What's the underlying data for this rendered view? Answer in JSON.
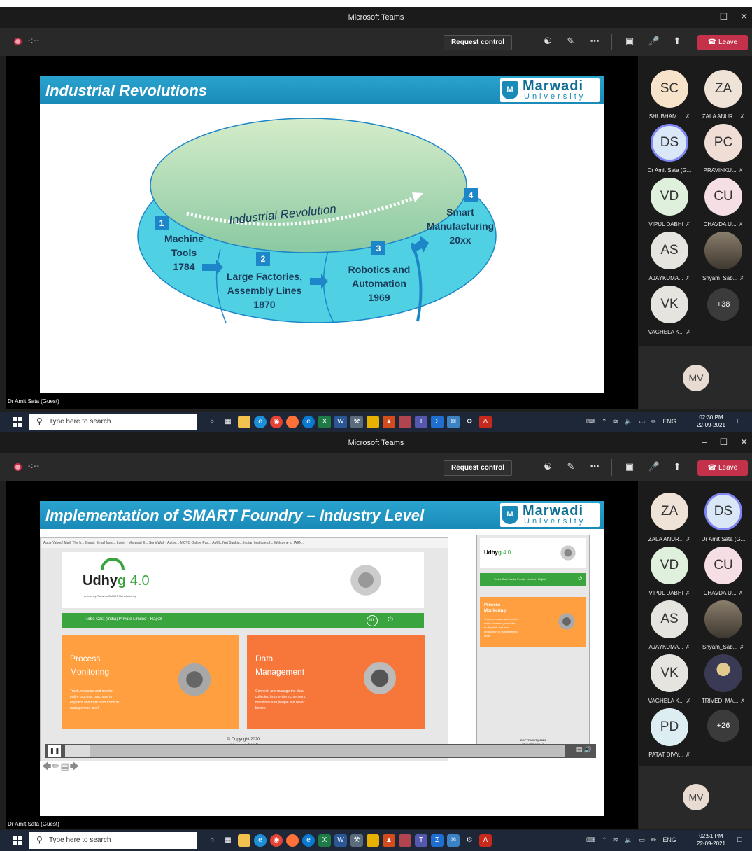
{
  "app_title": "Microsoft Teams",
  "window_controls": {
    "minimize": "–",
    "maximize": "☐",
    "close": "✕"
  },
  "timer": "-:--",
  "request_control": "Request control",
  "leave_label": "Leave",
  "presenter_label": "Dr Amit Sata (Guest)",
  "self_initials": "MV",
  "search_placeholder": "Type here to search",
  "tray_lang": "ENG",
  "screens": [
    {
      "slide_title": "Industrial Revolutions",
      "clock_time": "02:30 PM",
      "clock_date": "22-09-2021",
      "participants": [
        {
          "initials": "SC",
          "name": "SHUBHAM ...",
          "color": "#f6e3c9"
        },
        {
          "initials": "ZA",
          "name": "ZALA ANUR...",
          "color": "#efe2d6"
        },
        {
          "initials": "DS",
          "name": "Dr Amit Sata (G...",
          "color": "#d9e7f7"
        },
        {
          "initials": "PC",
          "name": "PRAVINKU...",
          "color": "#f0ddd6"
        },
        {
          "initials": "VD",
          "name": "VIPUL DABHI",
          "color": "#dff0dc"
        },
        {
          "initials": "CU",
          "name": "CHAVDA U...",
          "color": "#f6dfe4"
        },
        {
          "initials": "AS",
          "name": "AJAYKUMA...",
          "color": "#e6e4df"
        },
        {
          "initials": "",
          "name": "Shyam_Sab...",
          "color": "#5a5248"
        },
        {
          "initials": "VK",
          "name": "VAGHELA K...",
          "color": "#e6e4df"
        }
      ],
      "more_count": "+38"
    },
    {
      "slide_title": "Implementation of SMART Foundry – Industry Level",
      "clock_time": "02:51 PM",
      "clock_date": "22-09-2021",
      "participants": [
        {
          "initials": "ZA",
          "name": "ZALA ANUR...",
          "color": "#efe2d6"
        },
        {
          "initials": "DS",
          "name": "Dr Amit Sata (G...",
          "color": "#d9e7f7"
        },
        {
          "initials": "VD",
          "name": "VIPUL DABHI",
          "color": "#dff0dc"
        },
        {
          "initials": "CU",
          "name": "CHAVDA U...",
          "color": "#f6dfe4"
        },
        {
          "initials": "AS",
          "name": "AJAYKUMA...",
          "color": "#e6e4df"
        },
        {
          "initials": "",
          "name": "Shyam_Sab...",
          "color": "#5a5248"
        },
        {
          "initials": "VK",
          "name": "VAGHELA K...",
          "color": "#e6e4df"
        },
        {
          "initials": "",
          "name": "TRIVEDI MA...",
          "color": "#3a3a55"
        },
        {
          "initials": "PD",
          "name": "PATAT DIVY...",
          "color": "#ddeef2"
        }
      ],
      "more_count": "+26"
    }
  ],
  "marwadi": {
    "name": "Marwadi",
    "sub": "University",
    "shield": "M"
  },
  "diagram": {
    "arc_label": "Industrial Revolution",
    "stages": [
      {
        "num": "1",
        "text": "Machine\nTools\n1784"
      },
      {
        "num": "2",
        "text": "Large Factories,\nAssembly Lines\n1870"
      },
      {
        "num": "3",
        "text": "Robotics and\nAutomation\n1969"
      },
      {
        "num": "4",
        "text": "Smart\nManufacturing\n20xx"
      }
    ],
    "colors": {
      "outer": "#4fd0e3",
      "inner_top": "#d5ecc9",
      "inner_bottom": "#8ac9a2",
      "arrow": "#1d86c8"
    }
  },
  "udhyog": {
    "bookmarks": "Apps   Yahoo! Mail: The b...   Gmail: Email from...   Login - Marwadi E...   SonicWall - Authe...   MCTC Online Pas...   AMBL Net Bankin...   Indian Institute of...   Welcome to IAEN...",
    "logo_main": "Udhy",
    "logo_g": "g",
    "logo_ver": "4.0",
    "tagline": "A Journey Towards SMART Manufacturing",
    "company": "Turbo Cast (India) Private Limited - Rajkot",
    "badge": "UL",
    "modules": [
      {
        "title": "Process\nMonitoring",
        "desc": "Track, measure and monitor\nentire process, purchase to\ndispatch and from production to\nmanagement level."
      },
      {
        "title": "Data\nManagement",
        "desc": "Connect, and manage the data\ncollected from systems, sensors,\nmachines and people like never\nbefore."
      }
    ],
    "copyright": "© Copyright 2020\nUdhyog 4.0 LLP",
    "mobile_company": "Turbo Cast (India) Private Limited - Rajkot",
    "mobile_module_title": "Process\nMonitoring",
    "mobile_module_desc": "Track, measure and monitor\nentire process, purchase\nto dispatch and from\nproduction to management\nlevel.",
    "mobile_copyright": "COPYRIGHT@2020\nUDHYOG 4.0 LLP",
    "video_progress": 0.05
  }
}
